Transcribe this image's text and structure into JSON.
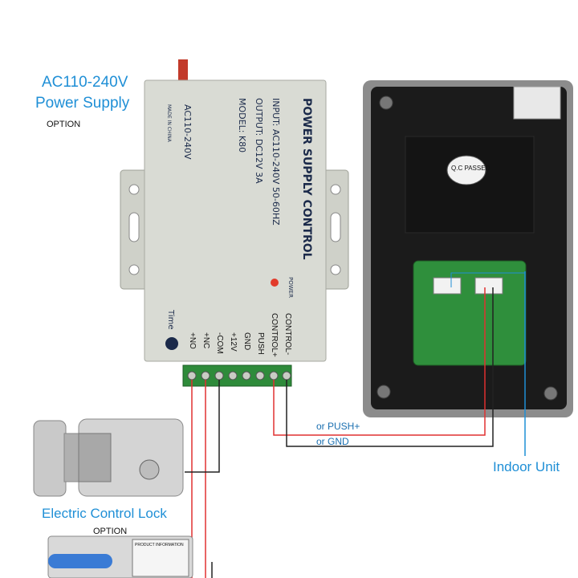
{
  "power_supply": {
    "title_line1": "AC110-240V",
    "title_line2": "Power Supply",
    "option": "OPTION",
    "label_header": "POWER SUPPLY CONTROL",
    "input": "INPUT: AC110-240V  50-60HZ",
    "output": "OUTPUT: DC12V  3A",
    "model": "MODEL: K80",
    "ac_label": "AC110-240V",
    "made_in": "MADE IN CHINA",
    "power_led": "POWER",
    "time": "Time",
    "terminals": [
      "+NO",
      "+NC",
      "-COM",
      "+12V",
      "GND",
      "PUSH",
      "CONTROL+",
      "CONTROL-"
    ]
  },
  "indoor_unit": {
    "label": "Indoor Unit",
    "qc": "Q.C PASSED"
  },
  "wires": {
    "push": "or PUSH+",
    "gnd": "or GND"
  },
  "lock": {
    "label": "Electric Control Lock",
    "option": "OPTION",
    "bolt_label": "PRODUCT INFORMATION"
  },
  "colors": {
    "accent": "#1f8fd6",
    "wire_red": "#e03030",
    "wire_black": "#222222",
    "psu_body": "#d9dbd4",
    "terminal_green": "#2e8b3a"
  }
}
